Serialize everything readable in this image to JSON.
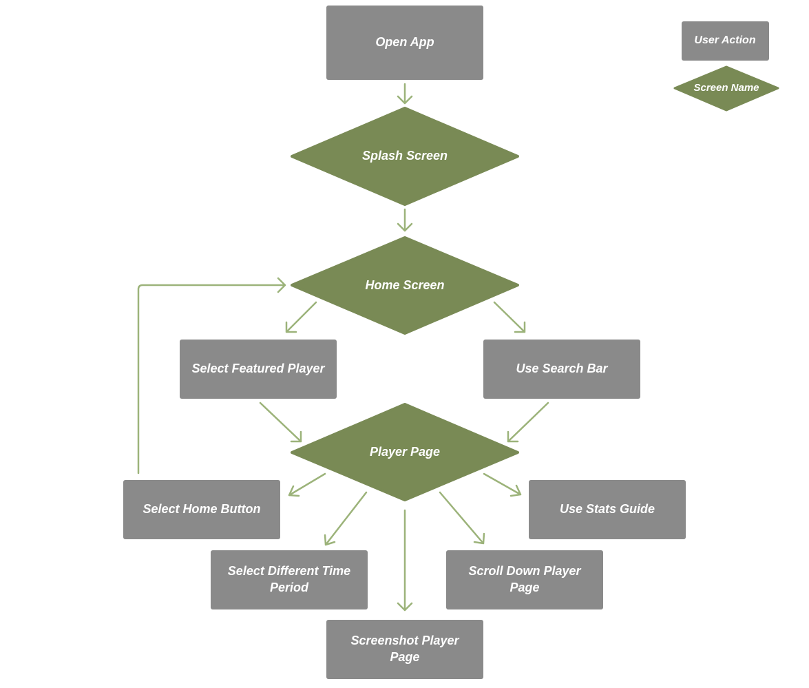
{
  "colors": {
    "action_fill": "#8a8a8a",
    "screen_fill": "#798a55",
    "arrow": "#9cb37a",
    "text": "#ffffff"
  },
  "legend": {
    "action_label": "User Action",
    "screen_label": "Screen Name"
  },
  "nodes": {
    "open_app": "Open App",
    "splash_screen": "Splash Screen",
    "home_screen": "Home Screen",
    "select_featured_player": "Select Featured Player",
    "use_search_bar": "Use Search Bar",
    "player_page": "Player Page",
    "select_home_button": "Select Home Button",
    "use_stats_guide": "Use Stats Guide",
    "select_different_time_period": [
      "Select Different Time",
      "Period"
    ],
    "scroll_down_player_page": [
      "Scroll Down Player",
      "Page"
    ],
    "screenshot_player_page": [
      "Screenshot Player",
      "Page"
    ]
  }
}
